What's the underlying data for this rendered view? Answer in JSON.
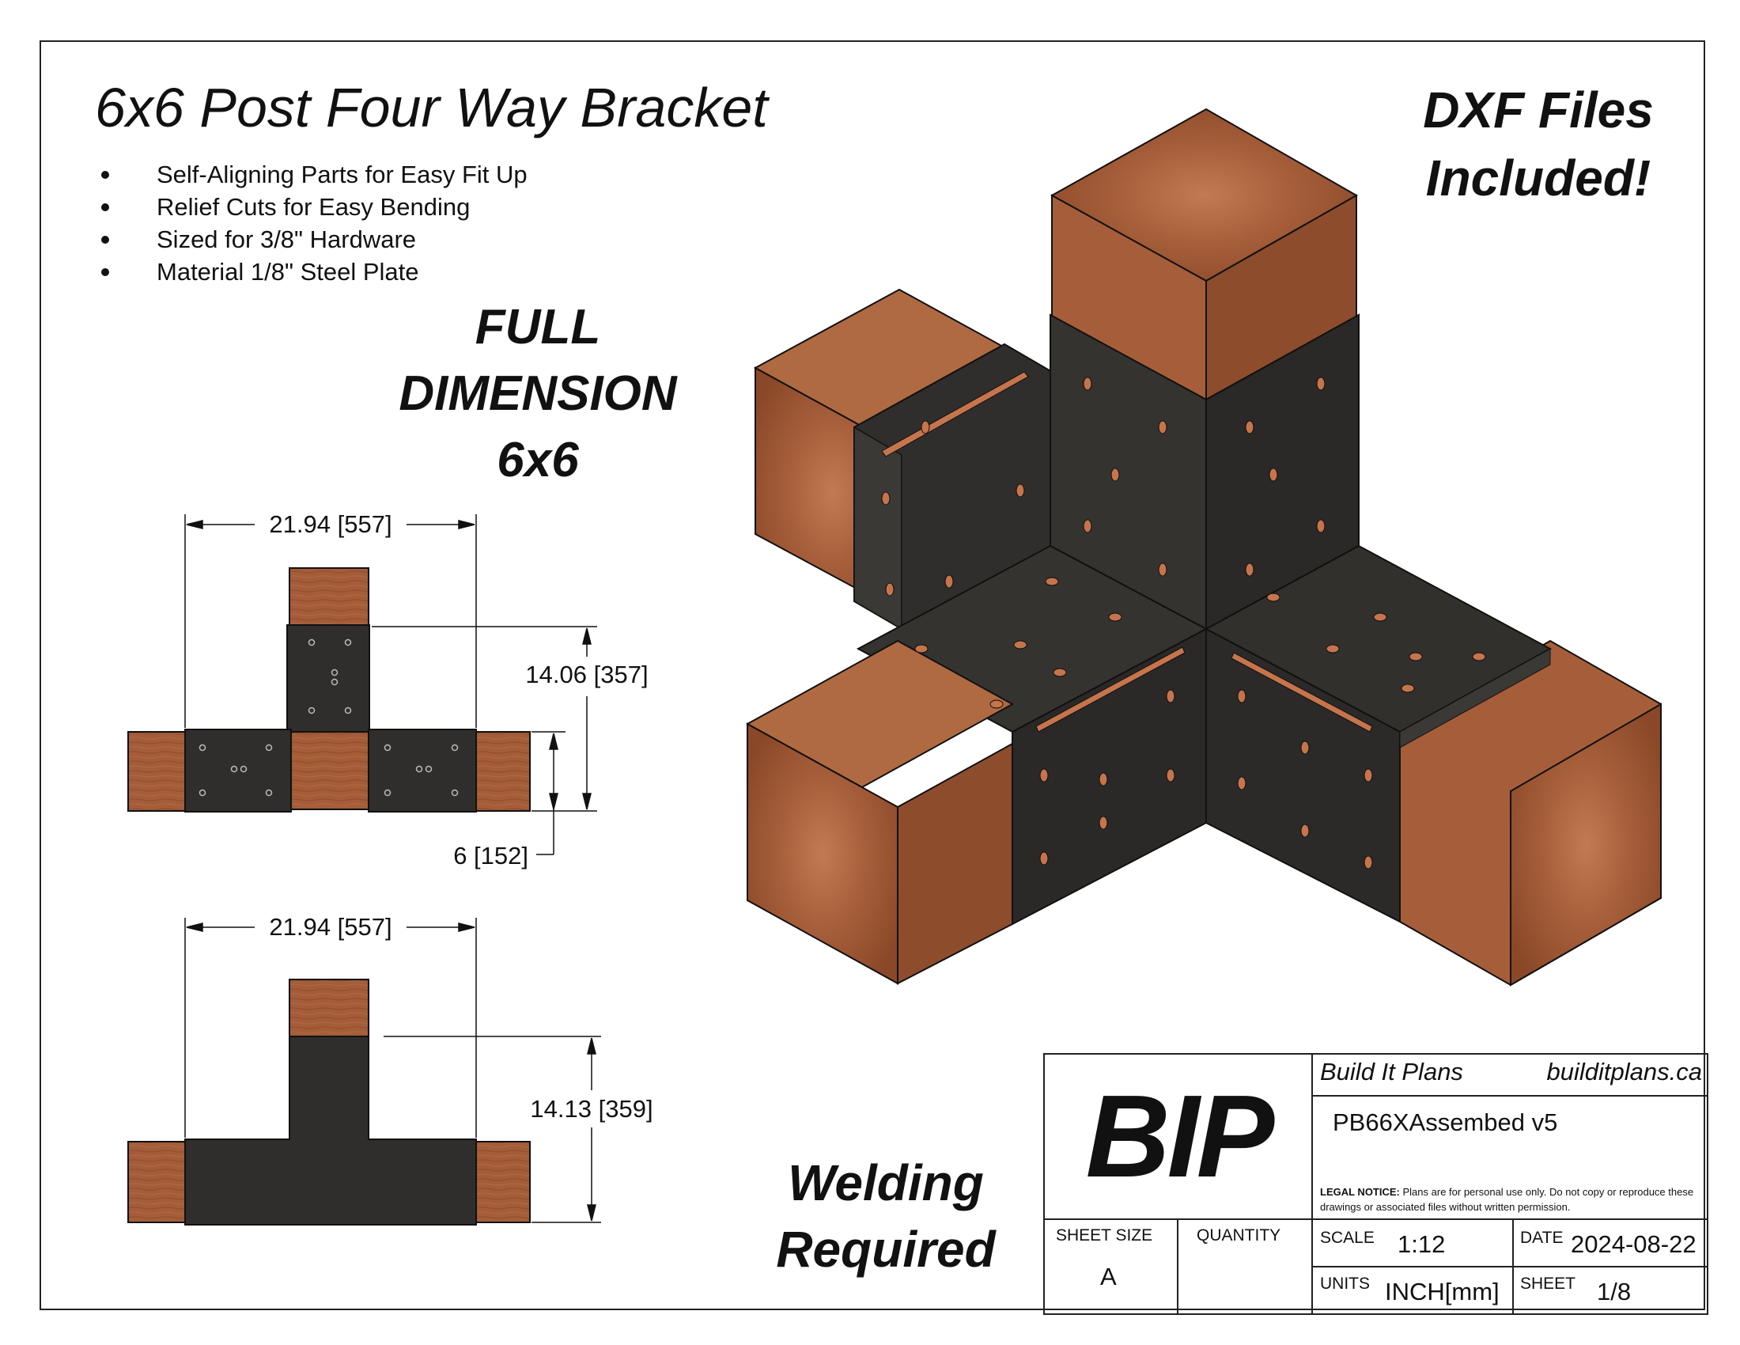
{
  "title": "6x6 Post Four Way Bracket",
  "features": [
    "Self-Aligning Parts for Easy Fit Up",
    "Relief Cuts for Easy Bending",
    "Sized for 3/8\" Hardware",
    "Material 1/8\" Steel Plate"
  ],
  "full_dimension": {
    "line1": "FULL",
    "line2": "DIMENSION",
    "line3": "6x6"
  },
  "dxf": {
    "line1": "DXF Files",
    "line2": "Included!"
  },
  "welding": {
    "line1": "Welding",
    "line2": "Required"
  },
  "dimensions": {
    "top_width": "21.94 [557]",
    "top_height": "14.06 [357]",
    "post_size": "6 [152]",
    "bottom_width": "21.94 [557]",
    "bottom_height": "14.13 [359]"
  },
  "colors": {
    "wood": "#a8603a",
    "wood_dark": "#8a4a2a",
    "steel": "#2f2e2c",
    "steel_light": "#3c3b39",
    "hole": "#c6744c"
  },
  "title_block": {
    "logo": "BIP",
    "company": "Build It Plans",
    "website": "builditplans.ca",
    "part_name": "PB66XAssembed v5",
    "legal_label": "LEGAL NOTICE:",
    "legal_text": "Plans are for personal use only. Do not copy or reproduce these drawings or associated files without written permission.",
    "sheet_size_label": "SHEET SIZE",
    "sheet_size": "A",
    "quantity_label": "QUANTITY",
    "quantity": "",
    "scale_label": "SCALE",
    "scale": "1:12",
    "date_label": "DATE",
    "date": "2024-08-22",
    "units_label": "UNITS",
    "units": "INCH[mm]",
    "sheet_label": "SHEET",
    "sheet": "1/8"
  }
}
